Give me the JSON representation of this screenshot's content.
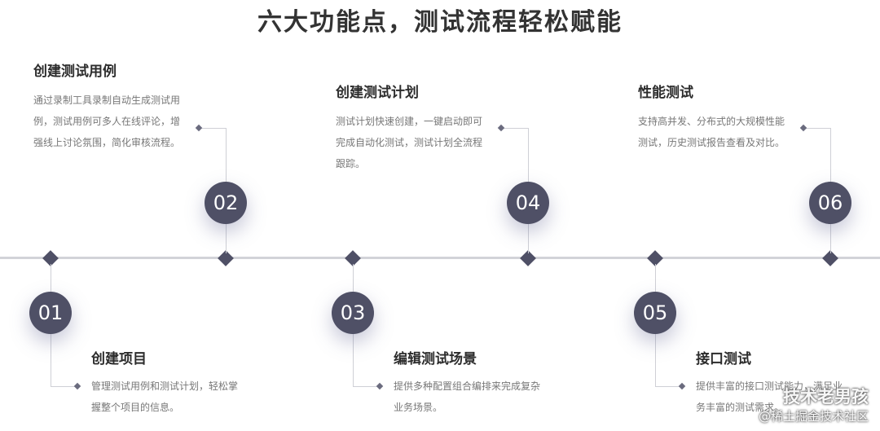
{
  "title": "六大功能点，测试流程轻松赋能",
  "steps": [
    {
      "num": "01",
      "heading": "创建项目",
      "desc": "管理测试用例和测试计划，轻松掌握整个项目的信息。"
    },
    {
      "num": "02",
      "heading": "创建测试用例",
      "desc": "通过录制工具录制自动生成测试用例，测试用例可多人在线评论，增强线上讨论氛围，简化审核流程。"
    },
    {
      "num": "03",
      "heading": "编辑测试场景",
      "desc": "提供多种配置组合编排来完成复杂业务场景。"
    },
    {
      "num": "04",
      "heading": "创建测试计划",
      "desc": "测试计划快速创建，一键启动即可完成自动化测试，测试计划全流程跟踪。"
    },
    {
      "num": "05",
      "heading": "接口测试",
      "desc": "提供丰富的接口测试能力，满足业务丰富的测试需求。"
    },
    {
      "num": "06",
      "heading": "性能测试",
      "desc": "支持高并发、分布式的大规模性能测试，历史测试报告查看及对比。"
    }
  ],
  "watermark": {
    "line1": "技术老男孩",
    "line2": "@稀土掘金技术社区"
  },
  "colors": {
    "node": "#4f5066",
    "line": "#d2d3d8"
  }
}
